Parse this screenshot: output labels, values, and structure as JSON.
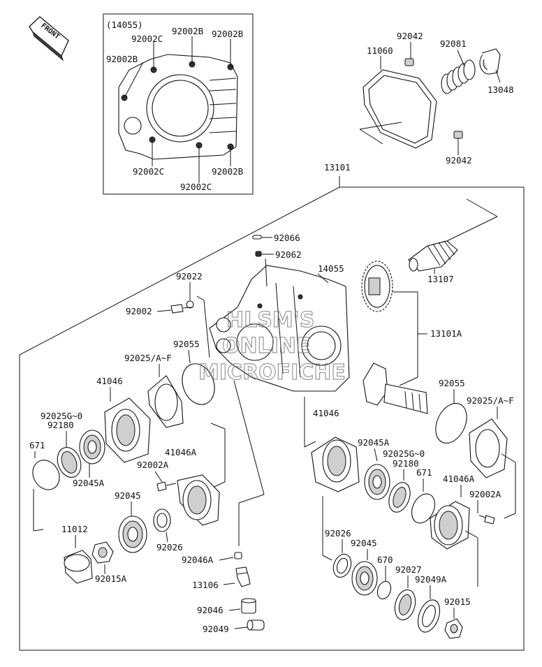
{
  "front_badge": "FRONT",
  "inset_title": "(14055)",
  "watermark": [
    "HLSM'S",
    "ONLINE",
    "MICROFICHE"
  ],
  "labels": {
    "inset_92002c_a": "92002C",
    "inset_92002b_a": "92002B",
    "inset_92002b_b": "92002B",
    "inset_92002b_c": "92002B",
    "inset_92002c_b": "92002C",
    "inset_92002b_d": "92002B",
    "inset_92002c_c": "92002C",
    "p92042_top": "92042",
    "p11060": "11060",
    "p92081": "92081",
    "p13048": "13048",
    "p92042_bot": "92042",
    "p13101": "13101",
    "p92066": "92066",
    "p92062": "92062",
    "p14055": "14055",
    "p13107": "13107",
    "p92022": "92022",
    "p92002": "92002",
    "p13101a": "13101A",
    "p92025af_l": "92025/A~F",
    "p92055_l": "92055",
    "p41046_l": "41046",
    "p92025g0_l": "92025G~0",
    "p92180_l": "92180",
    "p671_l": "671",
    "p92045a_l": "92045A",
    "p41046a_l": "41046A",
    "p92002a_l": "92002A",
    "p92045_l": "92045",
    "p92026_l": "92026",
    "p11012": "11012",
    "p92015a": "92015A",
    "p92046a": "92046A",
    "p13106": "13106",
    "p92046": "92046",
    "p92049": "92049",
    "p92055_r": "92055",
    "p92025af_r": "92025/A~F",
    "p41046_r": "41046",
    "p92045a_r": "92045A",
    "p92025g0_r": "92025G~0",
    "p92180_r": "92180",
    "p671_r": "671",
    "p41046a_r": "41046A",
    "p92002a_r": "92002A",
    "p92026_r": "92026",
    "p92045_r": "92045",
    "p670": "670",
    "p92027": "92027",
    "p92049a": "92049A",
    "p92015": "92015"
  }
}
